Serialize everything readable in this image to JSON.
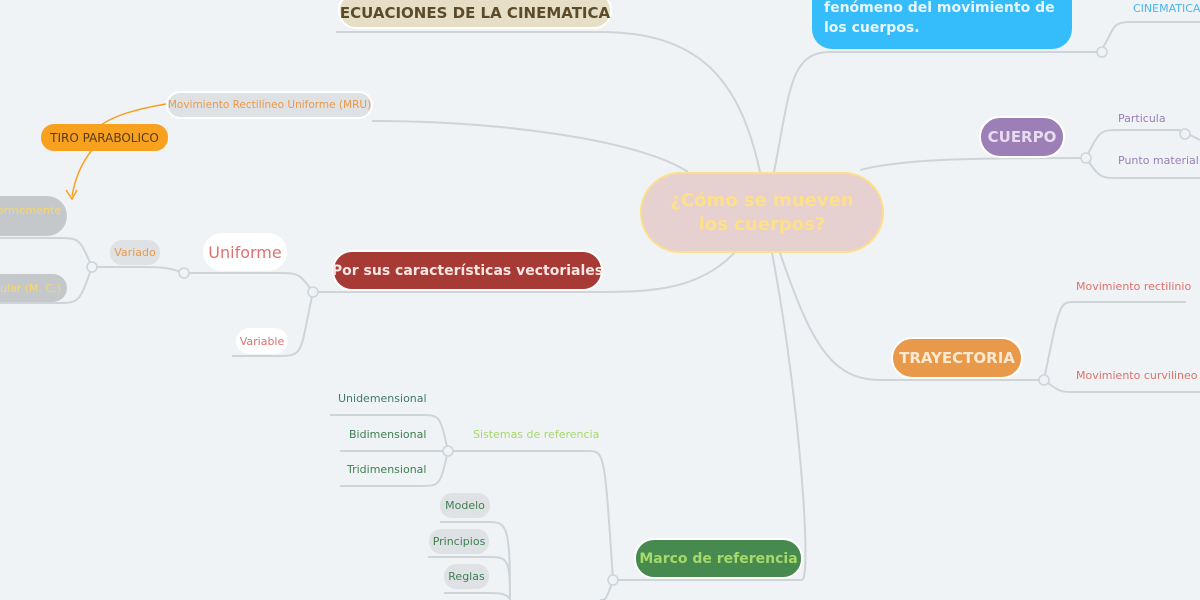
{
  "central": {
    "label": "¿Cómo se mueven los cuerpos?"
  },
  "nodes": {
    "ecuaciones": "ECUACIONES DE LA CINEMATICA",
    "definicion": "fenómeno del movimiento de los cuerpos.",
    "cinematica": "CINEMATICA",
    "cuerpo": "CUERPO",
    "particula": "Particula",
    "punto_material": "Punto material",
    "trayectoria": "TRAYECTORIA",
    "mov_rectilinio": "Movimiento rectilinio",
    "mov_curvilineo": "Movimiento curvilineo",
    "vectoriales": "Por sus características vectoriales",
    "uniforme": "Uniforme",
    "variable": "Variable",
    "variado": "Variado",
    "uniformemente": "formemente",
    "circular": "rcular (M. C.)",
    "tiro_parabolico": "TIRO PARABOLICO",
    "mru": "Movimiento Rectilíneo Uniforme (MRU)",
    "marco": "Marco de referencia",
    "sistemas": "Sistemas de referencia",
    "unidimensional": "Unidemensional",
    "bidimensional": "Bidimensional",
    "tridimensional": "Tridimensional",
    "modelo": "Modelo",
    "principios": "Principios",
    "reglas": "Reglas"
  },
  "colors": {
    "background": "#eff3f6",
    "link": "#cfd4d8",
    "arrow": "#f7a11f"
  }
}
